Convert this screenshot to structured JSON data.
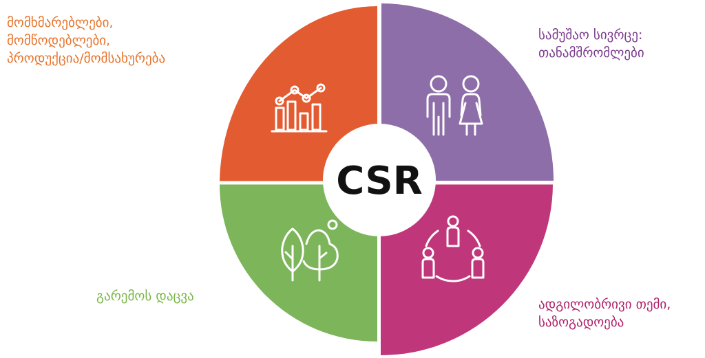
{
  "center": {
    "label": "CSR"
  },
  "segments": [
    {
      "id": "market",
      "label_lines": [
        "მომხმარებლები,",
        "მომწოდებლები,",
        "პროდუქცია/მომსახურება"
      ],
      "color": "#e35b30",
      "text_color": "#e8732a",
      "icon": "bar-chart-icon"
    },
    {
      "id": "workplace",
      "label_lines": [
        "სამუშაო სივრცე:",
        "თანამშრომლები"
      ],
      "color": "#8e6ea8",
      "text_color": "#7d3c8e",
      "icon": "people-icon"
    },
    {
      "id": "community",
      "label_lines": [
        "ადგილობრივი თემი,",
        "საზოგადოება"
      ],
      "color": "#c0367a",
      "text_color": "#b0206a",
      "icon": "community-icon"
    },
    {
      "id": "environment",
      "label_lines": [
        "გარემოს დაცვა"
      ],
      "color": "#7cb55a",
      "text_color": "#7ab648",
      "icon": "trees-icon"
    }
  ]
}
